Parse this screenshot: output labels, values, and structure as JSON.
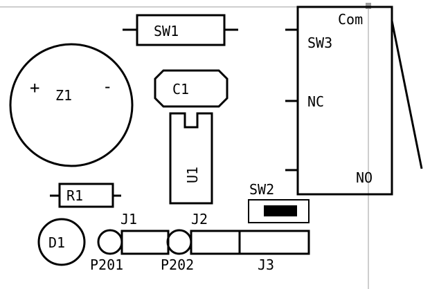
{
  "labels": {
    "sw1": "SW1",
    "z1": "Z1",
    "z1_plus": "+",
    "z1_minus": "-",
    "c1": "C1",
    "u1": "U1",
    "r1": "R1",
    "d1": "D1",
    "j1": "J1",
    "j2": "J2",
    "j3": "J3",
    "p201": "P201",
    "p202": "P202",
    "sw2": "SW2",
    "sw3": "SW3",
    "com": "Com",
    "nc": "NC",
    "no": "NO"
  },
  "colors": {
    "ink": "#000000",
    "background": "#ffffff",
    "guide": "#bdbdbd"
  }
}
